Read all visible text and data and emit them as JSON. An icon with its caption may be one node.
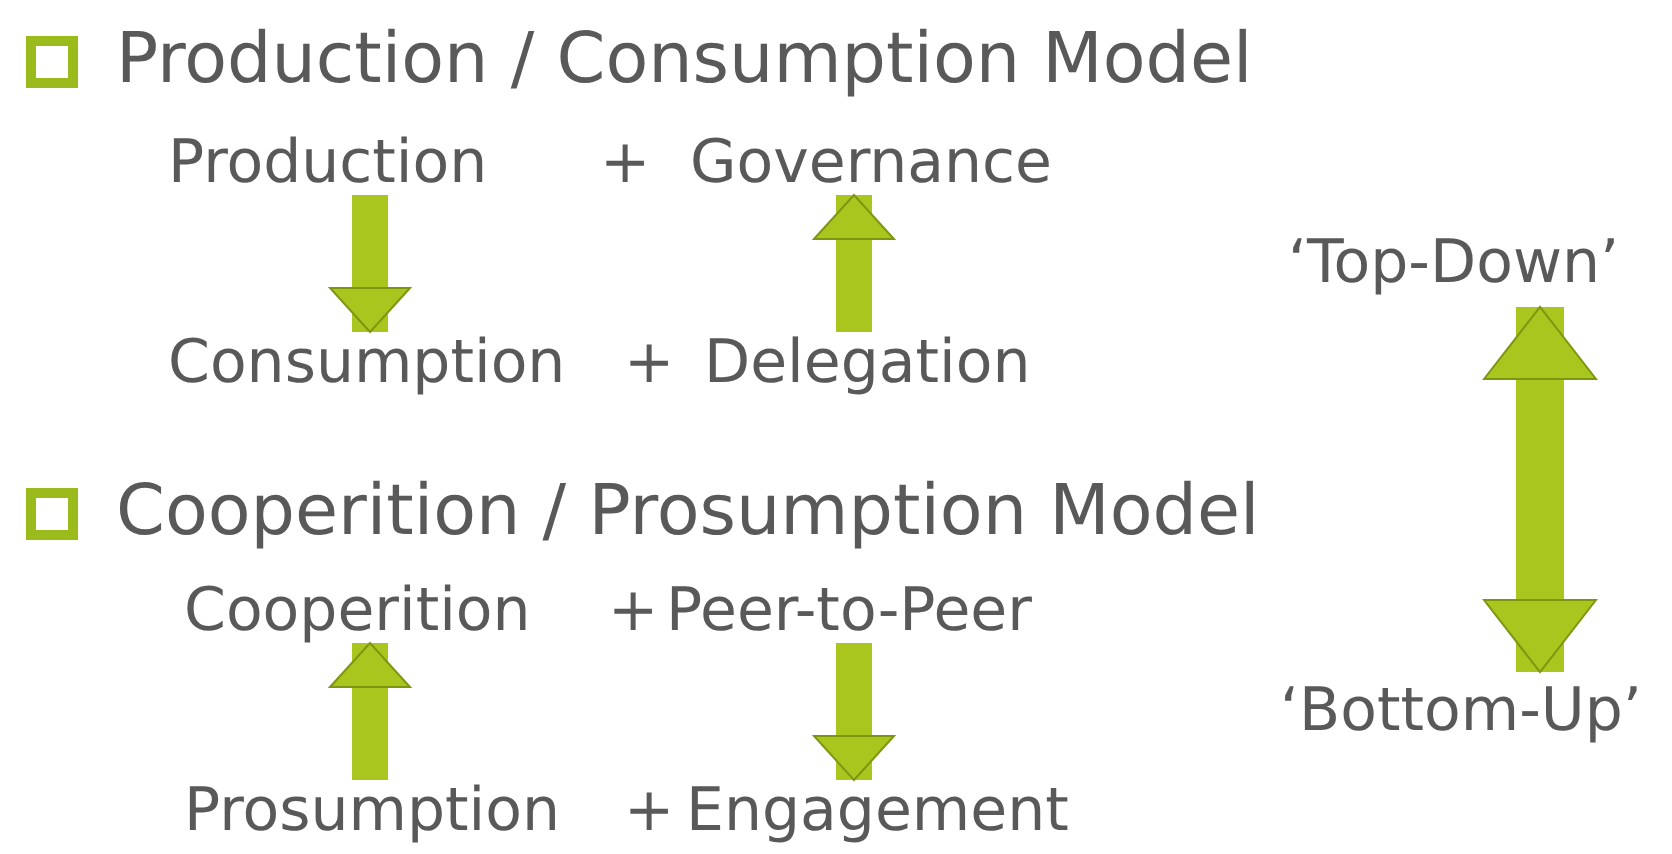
{
  "diagram": {
    "nodes": [
      {
        "text": [
          "Production"
        ]
      },
      {
        "text": [
          "Governance"
        ]
      },
      {
        "text": [
          "Consumption"
        ]
      },
      {
        "text": [
          "Delegation"
        ]
      },
      {
        "text": [
          "Cooperition"
        ]
      },
      {
        "text": [
          "Peer-to-Peer"
        ]
      },
      {
        "text": [
          "Prosumption"
        ]
      },
      {
        "text": [
          "Engagement"
        ]
      },
      {
        "text": [
          "‘Top-Down’"
        ]
      },
      {
        "text": [
          "‘Bottom-Up’"
        ]
      }
    ],
    "edges": [
      {
        "from": 0,
        "to": 2,
        "arrow": "to"
      },
      {
        "from": 3,
        "to": 1,
        "arrow": "to"
      },
      {
        "from": 6,
        "to": 4,
        "arrow": "to"
      },
      {
        "from": 5,
        "to": 7,
        "arrow": "to"
      },
      {
        "from": 8,
        "to": 9,
        "arrow": "both"
      }
    ],
    "labels": [
      "Production / Consumption Model",
      "+",
      "+",
      "Cooperition / Prosumption Model",
      "+",
      "+"
    ]
  }
}
